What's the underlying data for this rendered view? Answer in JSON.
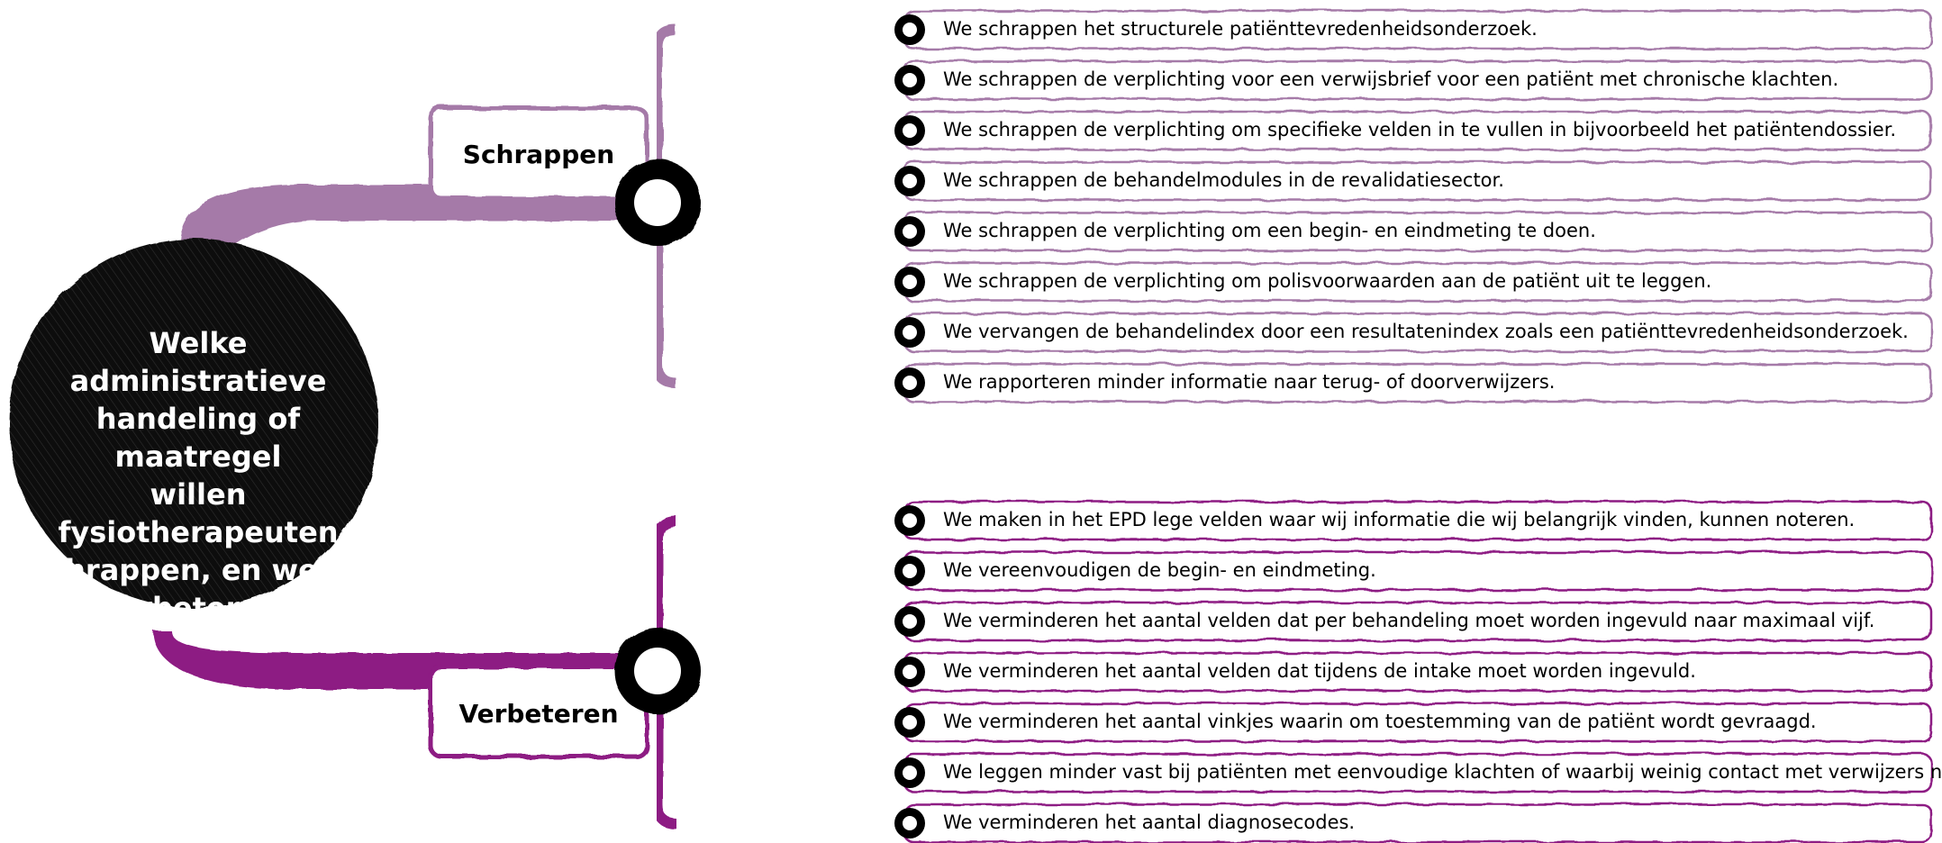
{
  "colors": {
    "schrappen": "#a57aa8",
    "verbeteren": "#8d1a83",
    "center": "#111111"
  },
  "center": {
    "question_lines": [
      "Welke",
      "administratieve",
      "handeling of maatregel",
      "willen fysiotherapeuten",
      "schrappen, en welke",
      "verbeteren?"
    ]
  },
  "branches": [
    {
      "label": "Schrappen",
      "items": [
        "We schrappen het structurele patiënttevredenheidsonderzoek.",
        "We schrappen de verplichting voor een verwijsbrief voor een patiënt met chronische klachten.",
        "We schrappen de verplichting om specifieke velden in te vullen in bijvoorbeeld het patiëntendossier.",
        "We schrappen de behandelmodules in de revalidatiesector.",
        "We schrappen de verplichting om een begin- en eindmeting te doen.",
        "We schrappen de verplichting om polisvoorwaarden aan de patiënt uit te leggen.",
        "We vervangen de behandelindex door een resultatenindex zoals een patiënttevredenheidsonderzoek.",
        "We rapporteren minder informatie naar terug- of doorverwijzers."
      ]
    },
    {
      "label": "Verbeteren",
      "items": [
        "We maken in het EPD lege velden waar wij informatie die wij belangrijk vinden, kunnen noteren.",
        "We vereenvoudigen de begin- en eindmeting.",
        "We verminderen het aantal velden dat per behandeling moet worden ingevuld naar maximaal vijf.",
        "We verminderen het aantal velden dat tijdens de intake moet worden ingevuld.",
        "We verminderen het aantal vinkjes waarin om toestemming van de patiënt wordt gevraagd.",
        "We leggen minder vast bij patiënten met eenvoudige klachten of waarbij weinig contact met verwijzers nodig is.",
        "We verminderen het aantal diagnosecodes."
      ]
    }
  ]
}
